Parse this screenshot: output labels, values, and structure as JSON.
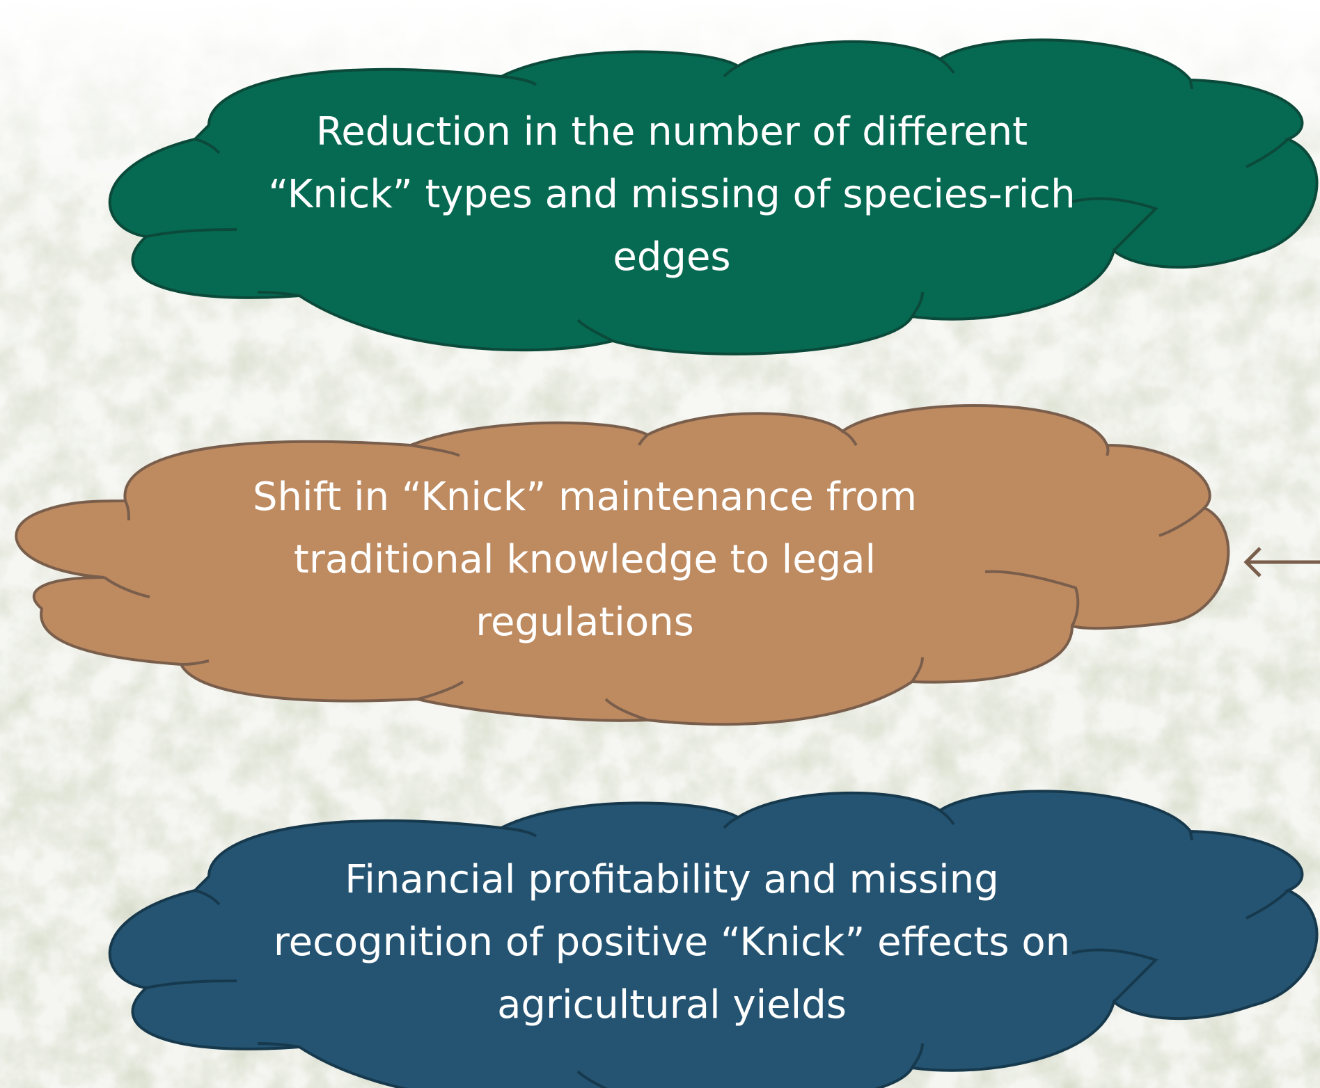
{
  "colors": {
    "background_foliage_light": "#eef0ea",
    "background_foliage_mid": "#b4b89a",
    "background_foliage_dark": "#98a08a",
    "cloud_green_fill": "#066a52",
    "cloud_green_stroke": "#0b4a3a",
    "cloud_brown_fill": "#be8a60",
    "cloud_brown_stroke": "#7a5e4c",
    "cloud_blue_fill": "#245472",
    "cloud_blue_stroke": "#17394d",
    "text": "#ffffff",
    "arrow": "#7a5e4c"
  },
  "clouds": [
    {
      "id": "biodiversity",
      "text": "Reduction in the number of different “Knick” types and missing of species-rich edges"
    },
    {
      "id": "maintenance",
      "text": "Shift in “Knick” maintenance from traditional knowledge to legal regulations"
    },
    {
      "id": "economics",
      "text": "Financial profitability and missing recognition of positive “Knick” effects on agricultural yields"
    }
  ],
  "arrow": {
    "icon": "arrow-left-icon"
  }
}
